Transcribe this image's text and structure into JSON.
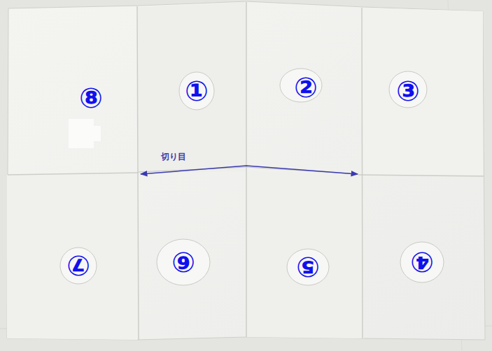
{
  "diagram": {
    "labels": [
      "⑧",
      "①",
      "②",
      "③",
      "切り目",
      "⑦",
      "⑥",
      "⑤",
      "④"
    ]
  }
}
